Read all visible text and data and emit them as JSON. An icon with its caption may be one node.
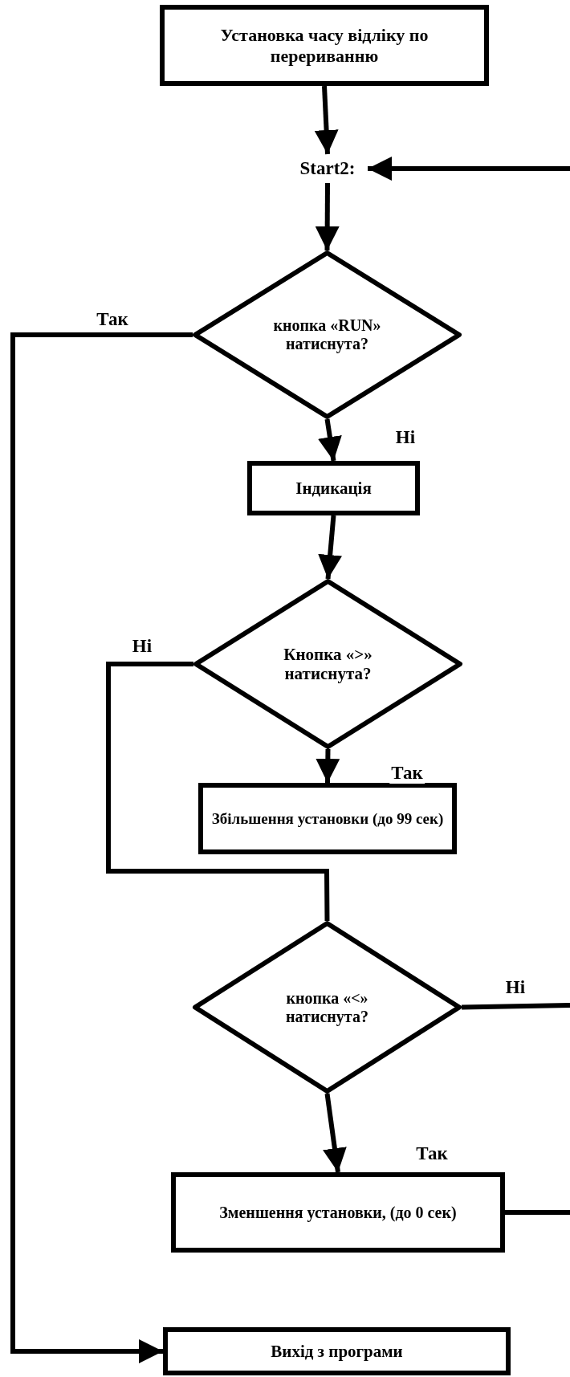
{
  "diagram": {
    "nodes": [
      {
        "text": [
          "Установка часу відліку по перериванню"
        ]
      },
      {
        "text": [
          "Start2:"
        ]
      },
      {
        "text": [
          "кнопка «RUN» натиснута?"
        ]
      },
      {
        "text": [
          "Індикація"
        ]
      },
      {
        "text": [
          "Кнопка «>» натиснута?"
        ]
      },
      {
        "text": [
          "Збільшення установки (до 99 сек)"
        ]
      },
      {
        "text": [
          "кнопка «<» натиснута?"
        ]
      },
      {
        "text": [
          "Зменшення установки, (до 0 сек)"
        ]
      },
      {
        "text": [
          "Вихід з програми"
        ]
      }
    ],
    "edges": [
      {
        "from": 0,
        "to": 1,
        "arrow": "to"
      },
      {
        "from": null,
        "to": 1,
        "arrow": "to"
      },
      {
        "from": 1,
        "to": 2,
        "arrow": "to"
      },
      {
        "from": 2,
        "to": 8,
        "arrow": "to",
        "label": "Так"
      },
      {
        "from": 2,
        "to": 3,
        "arrow": "to",
        "label": "Ні"
      },
      {
        "from": 3,
        "to": 4,
        "arrow": "to"
      },
      {
        "from": 4,
        "to": 6,
        "arrow": "none",
        "label": "Ні"
      },
      {
        "from": 4,
        "to": 5,
        "arrow": "to",
        "label": "Так"
      },
      {
        "from": 6,
        "to": 7,
        "arrow": "to",
        "label": "Так"
      },
      {
        "from": 6,
        "to": null,
        "arrow": "none",
        "label": "Ні"
      },
      {
        "from": 7,
        "to": null,
        "arrow": "none"
      }
    ]
  }
}
